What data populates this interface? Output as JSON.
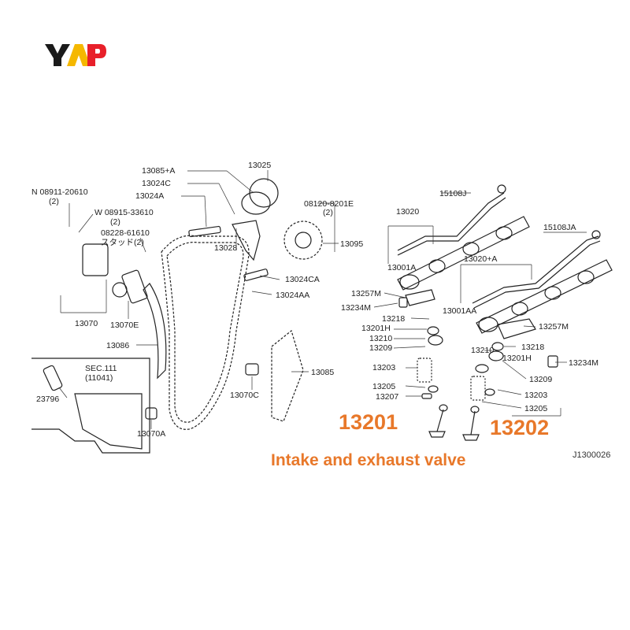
{
  "brand": {
    "logo_text": "YAP",
    "logo_colors": [
      "#1a1a1a",
      "#f5b800",
      "#e8202a"
    ]
  },
  "diagram": {
    "figure_code": "J1300026",
    "callouts": [
      {
        "id": "13201",
        "text": "13201"
      },
      {
        "id": "13202",
        "text": "13202"
      }
    ],
    "caption": "Intake and exhaust valve",
    "accent_color": "#e8782a",
    "labels": [
      "13085+A",
      "13024C",
      "13024A",
      "13025",
      "08120-8201E",
      "(2)",
      "13095",
      "N 08911-20610",
      "(2)",
      "W 08915-33610",
      "(2)",
      "08228-61610",
      "スタッド(2)",
      "13028",
      "13024CA",
      "13024AA",
      "13070",
      "13070E",
      "13086",
      "13070C",
      "13085",
      "13070A",
      "SEC.111",
      "(11041)",
      "23796",
      "15108J",
      "13020",
      "13001A",
      "13257M",
      "13234M",
      "13218",
      "13201H",
      "13210",
      "13209",
      "13203",
      "13205",
      "13207",
      "15108JA",
      "13020+A",
      "13001AA",
      "13257M",
      "13218",
      "13210",
      "13201H",
      "13234M",
      "13209",
      "13203",
      "13205"
    ]
  }
}
